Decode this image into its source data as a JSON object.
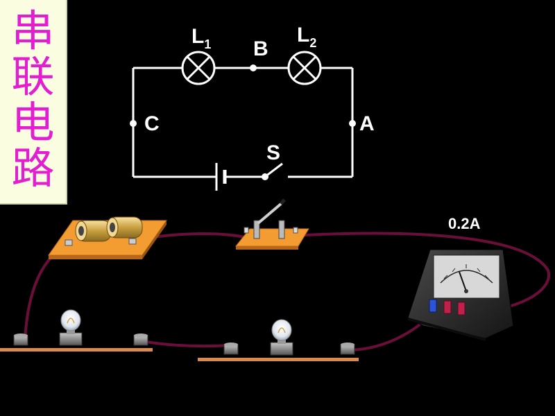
{
  "title": {
    "chars": [
      "串",
      "联",
      "电",
      "路"
    ]
  },
  "schematic": {
    "lamp1": {
      "letter": "L",
      "sub": "1"
    },
    "lamp2": {
      "letter": "L",
      "sub": "2"
    },
    "point_a": "A",
    "point_b": "B",
    "point_c": "C",
    "switch": "S"
  },
  "ammeter": {
    "reading": "0.2A"
  },
  "colors": {
    "title_text": "#e21ed0",
    "title_bg": "#fbfde0",
    "wire": "#6b0f3a",
    "board": "#f39c32",
    "background": "#000000"
  }
}
